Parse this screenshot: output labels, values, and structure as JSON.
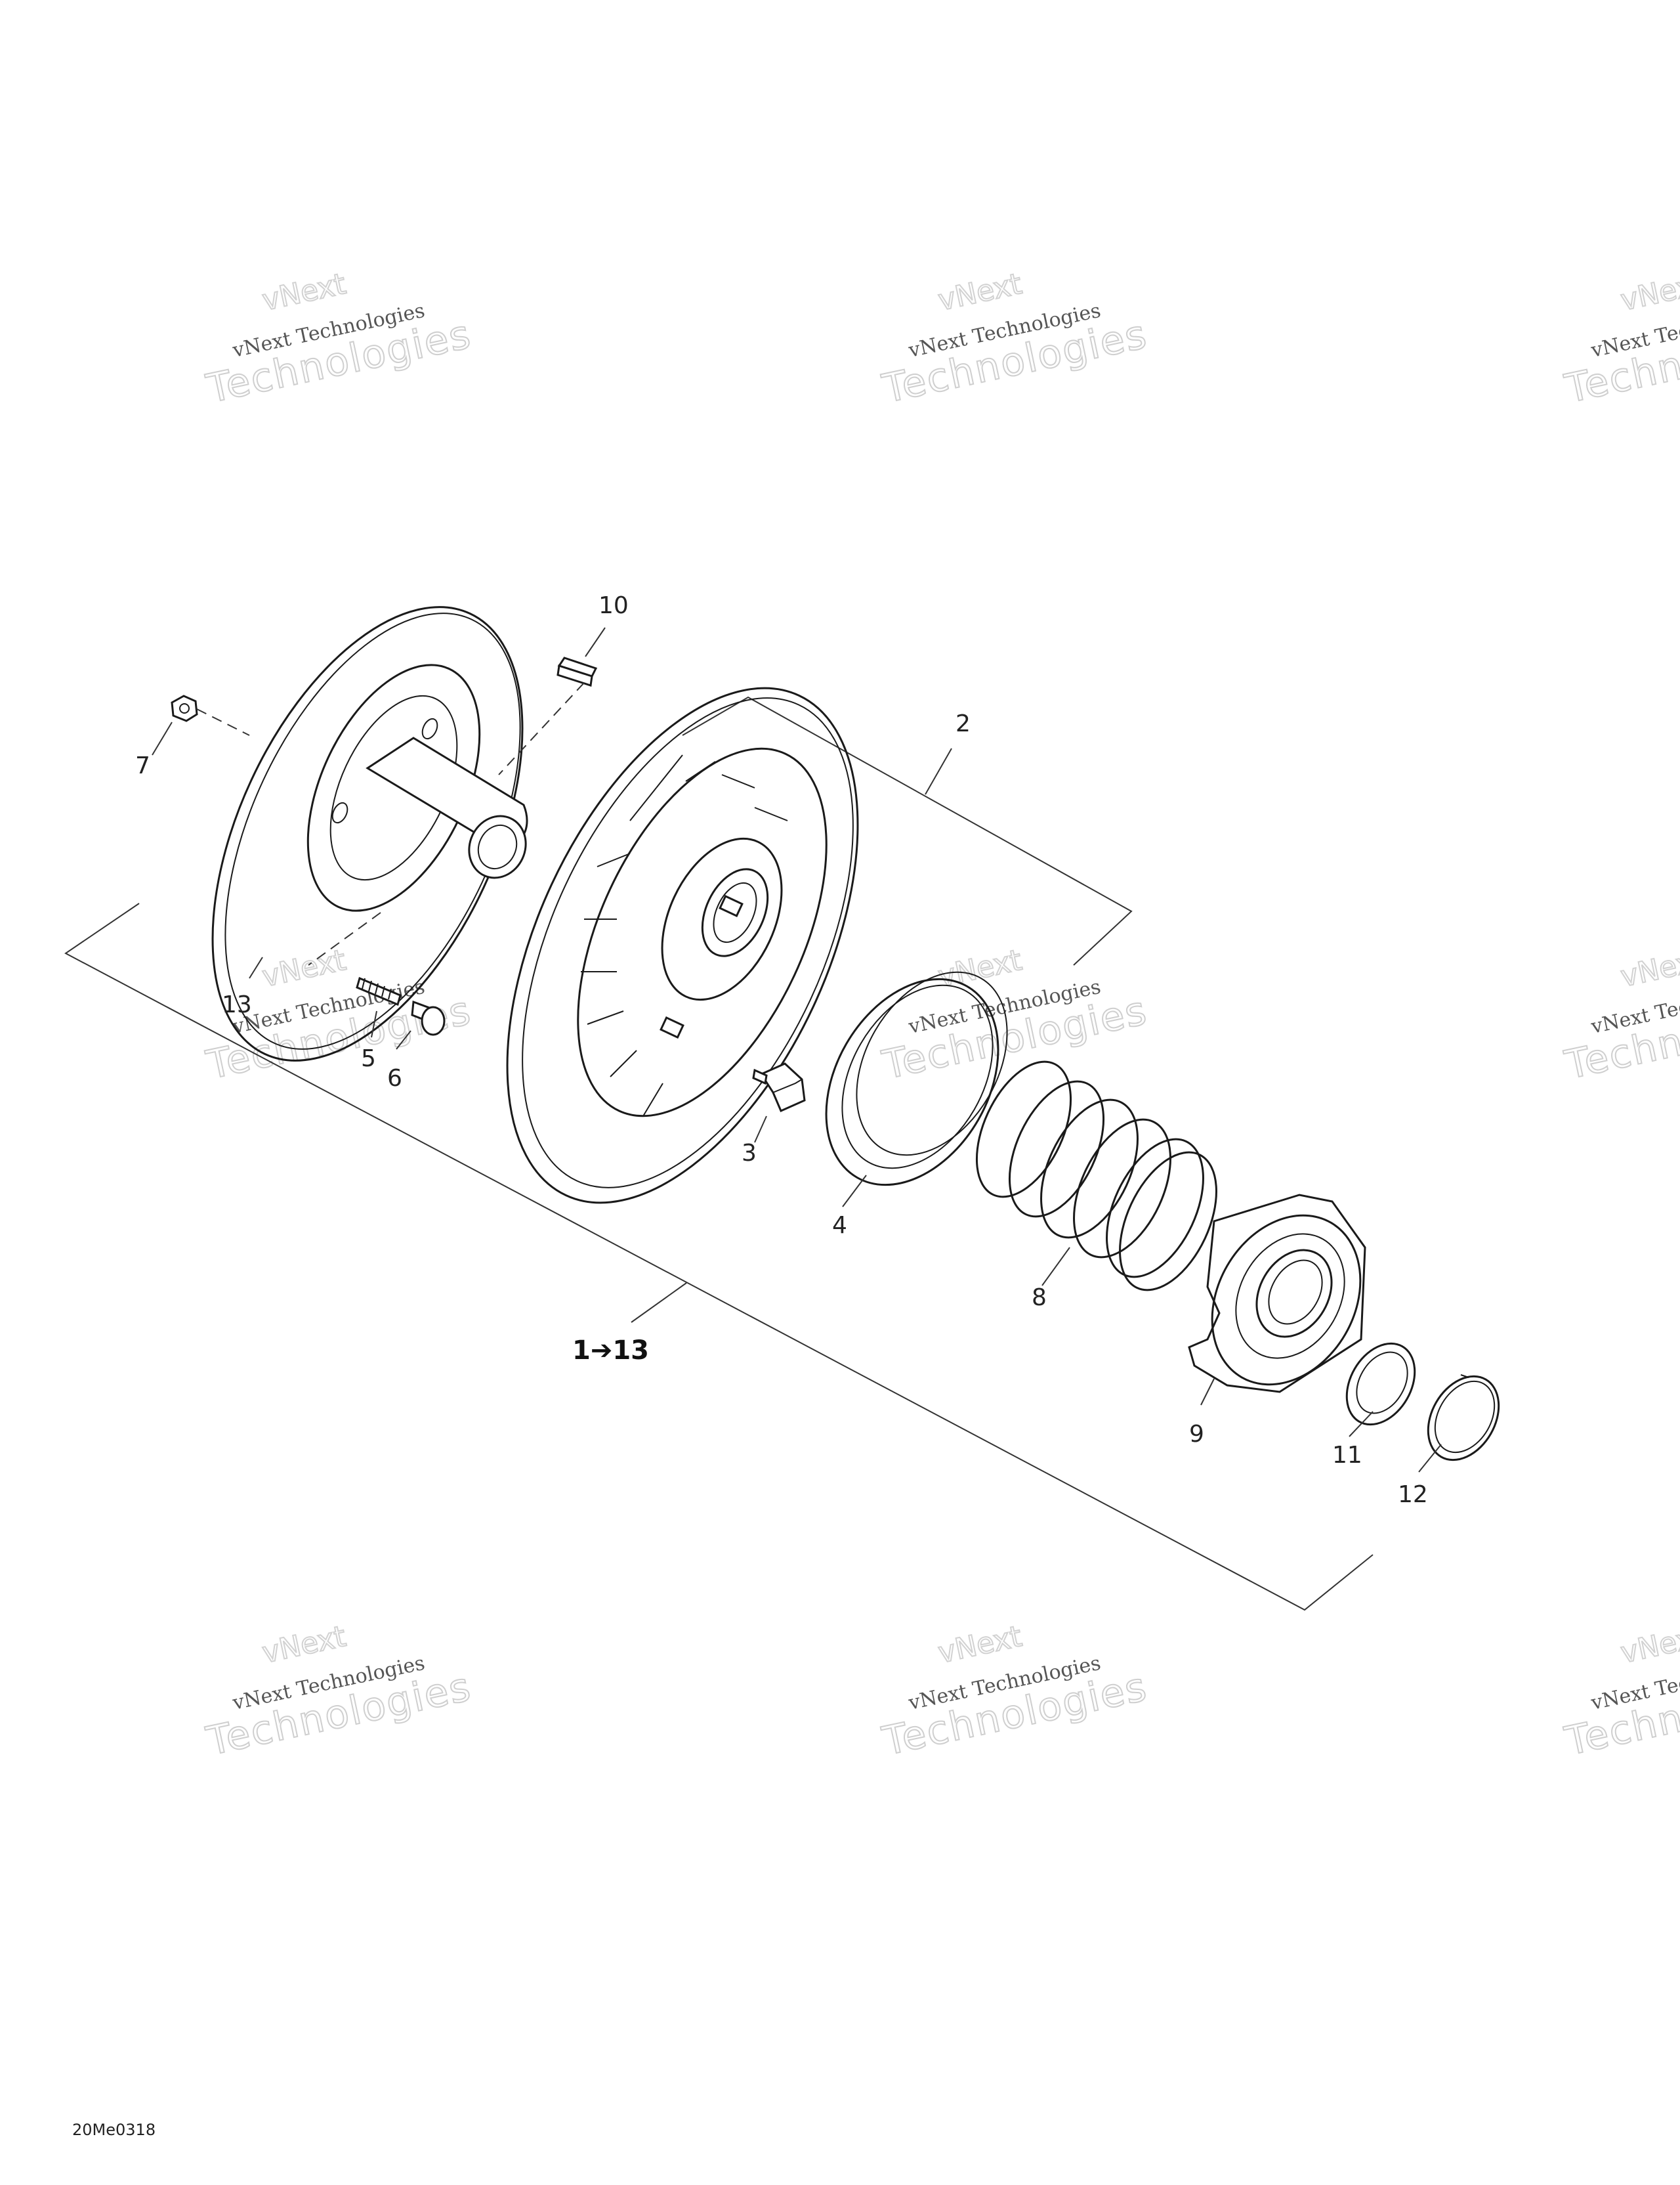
{
  "callouts": {
    "c1_13": "1➔13",
    "c2": "2",
    "c3": "3",
    "c4": "4",
    "c5": "5",
    "c6": "6",
    "c7": "7",
    "c8": "8",
    "c9": "9",
    "c10": "10",
    "c11": "11",
    "c12": "12",
    "c13": "13"
  },
  "watermark": {
    "line1": "vNext",
    "line2": "vNext Technologies",
    "line3": "Technologies"
  },
  "drawing_code": "20Me0318"
}
